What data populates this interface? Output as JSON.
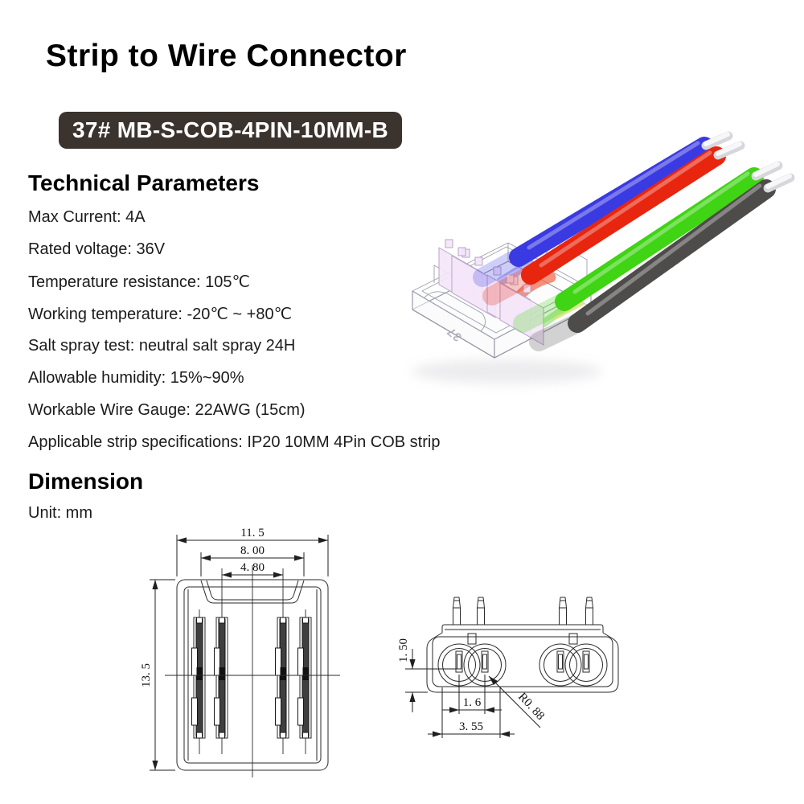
{
  "header": {
    "title": "Strip to Wire Connector",
    "model_badge": "37# MB-S-COB-4PIN-10MM-B"
  },
  "technical": {
    "heading": "Technical Parameters",
    "items": [
      "Max Current: 4A",
      "Rated voltage: 36V",
      "Temperature resistance: 105℃",
      "Working temperature: -20℃ ~ +80℃",
      "Salt spray test: neutral salt spray 24H",
      "Allowable humidity: 15%~90%",
      "Workable Wire Gauge: 22AWG (15cm)",
      "Applicable strip specifications: IP20 10MM 4Pin COB strip"
    ]
  },
  "dimension": {
    "heading": "Dimension",
    "unit_label": "Unit: mm",
    "top_view": {
      "width": "11. 5",
      "notch_width": "8. 00",
      "pin_span": "4. 80",
      "height": "13. 5"
    },
    "front_view": {
      "depth": "1. 50",
      "pin_pitch": "1. 6",
      "pair_width": "3. 55",
      "corner_radius": "R0. 88"
    }
  },
  "product": {
    "connector_marking": "37",
    "wire_colors": {
      "blue": "#3a3ae2",
      "red": "#e8250e",
      "green": "#3fd414",
      "black": "#4e4b4b"
    }
  },
  "colors": {
    "badge_bg": "#3b332e",
    "badge_text": "#ffffff",
    "text": "#1b1b1b",
    "drawing_line": "#2a2a2a"
  }
}
